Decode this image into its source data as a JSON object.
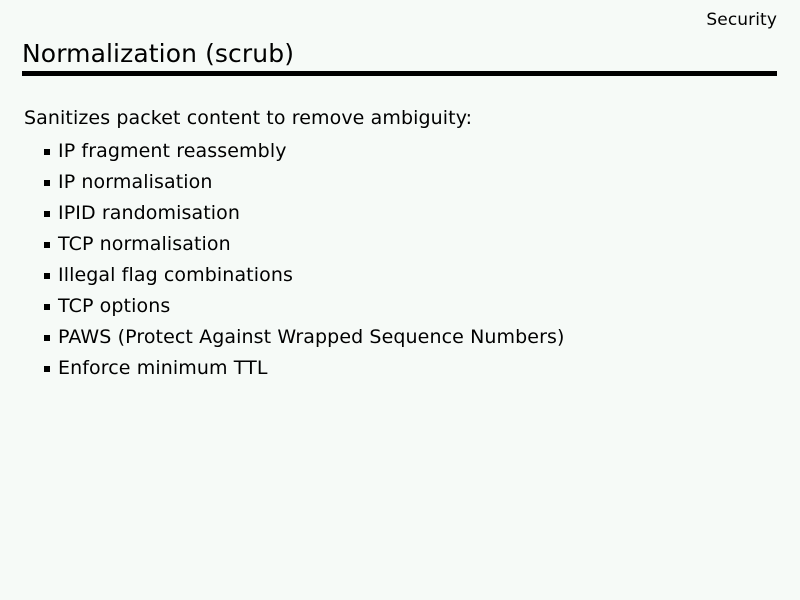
{
  "slide": {
    "header": "Security",
    "title": "Normalization (scrub)",
    "intro": "Sanitizes packet content to remove ambiguity:",
    "bullets": [
      {
        "label": "IP fragment reassembly"
      },
      {
        "label": "IP normalisation"
      },
      {
        "label": "IPID randomisation"
      },
      {
        "label": "TCP normalisation"
      },
      {
        "label": "Illegal flag combinations"
      },
      {
        "label": "TCP options"
      },
      {
        "label": "PAWS (Protect Against Wrapped Sequence Numbers)"
      },
      {
        "label": "Enforce minimum TTL"
      }
    ],
    "colors": {
      "background": "#f6faf7",
      "text": "#000000",
      "rule": "#000000"
    }
  }
}
